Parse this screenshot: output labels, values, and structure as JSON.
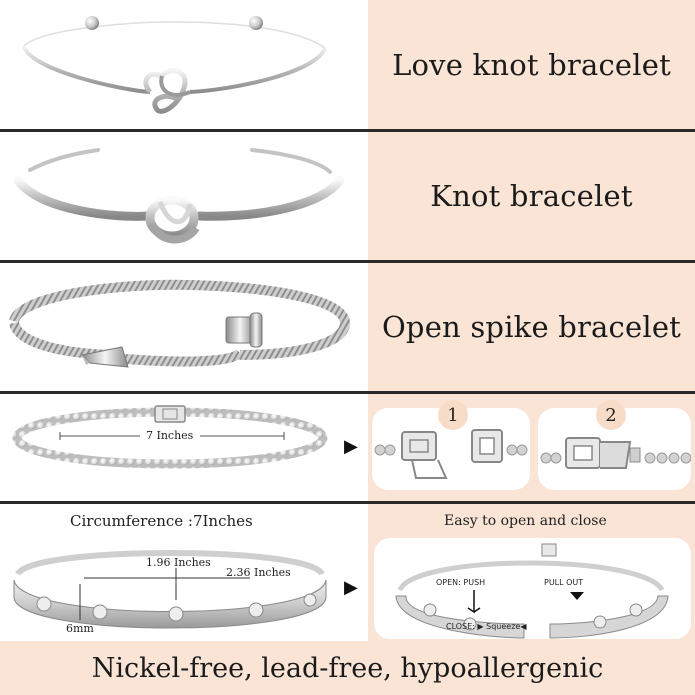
{
  "rows": [
    {
      "label": "Love knot bracelet"
    },
    {
      "label": "Knot bracelet"
    },
    {
      "label": "Open spike bracelet"
    }
  ],
  "tennis": {
    "length_label": "7 Inches",
    "arrow": "▶",
    "step1": "1",
    "step2": "2"
  },
  "bangle": {
    "circumference": "Circumference :7Inches",
    "width_label": "1.96 Inches",
    "depth_label": "2.36 Inches",
    "thickness_label": "6mm",
    "easy_label": "Easy to open and close",
    "arrow": "▶",
    "open_label": "OPEN: PUSH",
    "pull_label": "PULL OUT",
    "close_label": "CLOSE: ▶ Squeeze◀"
  },
  "footer": {
    "text": "Nickel-free, lead-free, hypoallergenic"
  }
}
